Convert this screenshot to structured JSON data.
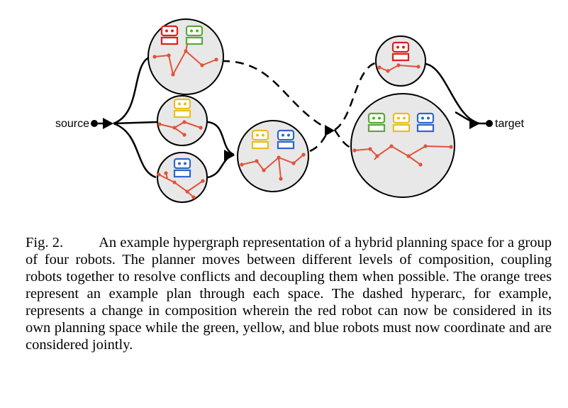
{
  "figure": {
    "source_label": "source",
    "target_label": "target",
    "colors": {
      "red": "#dd1f1f",
      "green": "#5aa83a",
      "yellow": "#e8bf1c",
      "blue": "#2f66cc",
      "tree": "#e0533a",
      "circle_fill": "#e8e8e8",
      "circle_stroke": "#000000"
    },
    "spaces": [
      {
        "name": "red-green",
        "robots": [
          "red",
          "green"
        ]
      },
      {
        "name": "yellow",
        "robots": [
          "yellow"
        ]
      },
      {
        "name": "blue",
        "robots": [
          "blue"
        ]
      },
      {
        "name": "yellow-blue",
        "robots": [
          "yellow",
          "blue"
        ]
      },
      {
        "name": "red",
        "robots": [
          "red"
        ]
      },
      {
        "name": "green-yellow-blue",
        "robots": [
          "green",
          "yellow",
          "blue"
        ]
      }
    ]
  },
  "caption": {
    "label": "Fig. 2.",
    "text": "An example hypergraph representation of a hybrid planning space for a group of four robots. The planner moves between different levels of composition, coupling robots together to resolve conflicts and decoupling them when possible. The orange trees represent an example plan through each space. The dashed hyperarc, for example, represents a change in composition wherein the red robot can now be considered in its own planning space while the green, yellow, and blue robots must now coordinate and are considered jointly."
  }
}
